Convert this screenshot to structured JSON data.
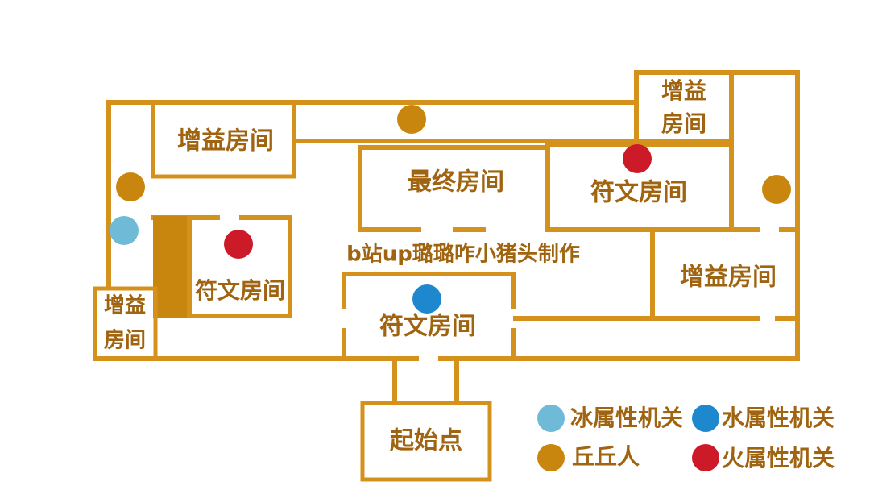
{
  "colors": {
    "wall": "#d4921c",
    "text": "#a06410",
    "ice": "#6fbad6",
    "water": "#1e88cf",
    "fire": "#cc1a28",
    "qiuqiu": "#c9860f"
  },
  "rooms": {
    "buff_top_left": "增益房间",
    "buff_top_right_line1": "增益",
    "buff_top_right_line2": "房间",
    "final": "最终房间",
    "rune_top_right": "符文房间",
    "rune_left": "符文房间",
    "buff_left_line1": "增益",
    "buff_left_line2": "房间",
    "buff_right": "增益房间",
    "rune_center": "符文房间",
    "start": "起始点"
  },
  "credit": "b站up璐璐咋小猪头制作",
  "legend": {
    "ice": "冰属性机关",
    "water": "水属性机关",
    "qiuqiu": "丘丘人",
    "fire": "火属性机关"
  }
}
